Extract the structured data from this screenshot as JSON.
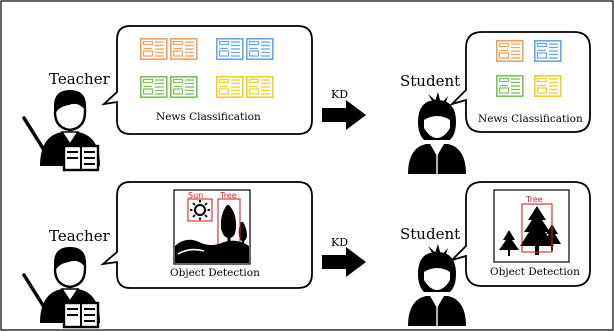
{
  "colors": {
    "news_orange": "#f0a060",
    "news_blue": "#6aa6e6",
    "news_green": "#7cc05a",
    "news_yellow": "#f2d022",
    "annotation_red": "#e02020",
    "ink": "#000000"
  },
  "rows": [
    {
      "teacher_label": "Teacher",
      "task_caption": "News Classification",
      "arrow_label": "KD",
      "student_label": "Student",
      "student_caption": "News Classification"
    },
    {
      "teacher_label": "Teacher",
      "task_caption": "Object Detection",
      "teacher_boxes": [
        "Sun",
        "Tree"
      ],
      "arrow_label": "KD",
      "student_label": "Student",
      "student_caption": "Object Detection",
      "student_boxes": [
        "Tree"
      ]
    }
  ],
  "icons": {
    "teacher": "teacher-with-pointer-and-book-icon",
    "student": "student-avatar-icon",
    "newspaper": "newspaper-icon",
    "sun": "sun-icon",
    "tree": "tree-icon",
    "arrow": "right-arrow-icon"
  }
}
